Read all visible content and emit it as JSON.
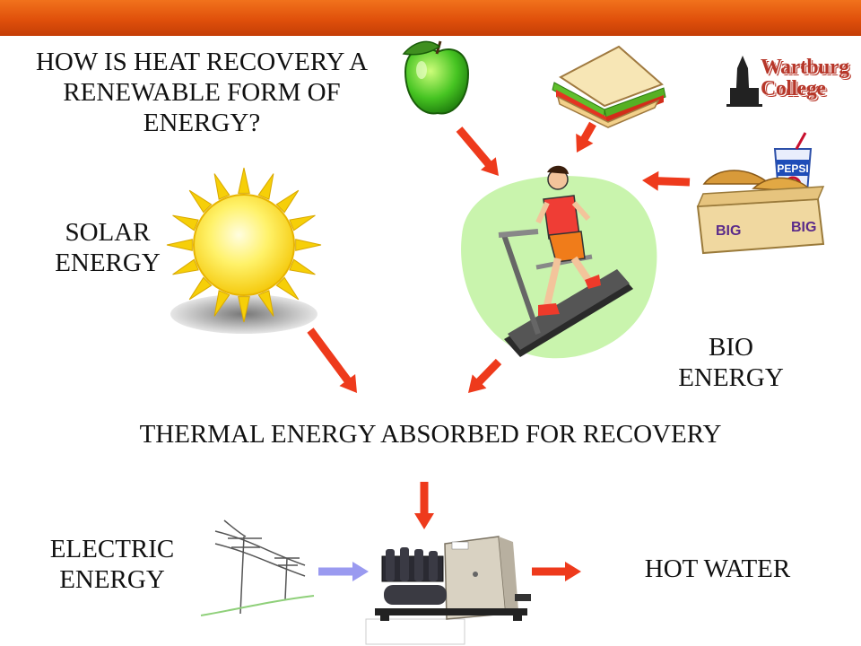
{
  "slide": {
    "title": "HOW IS HEAT RECOVERY A RENEWABLE FORM OF ENERGY?",
    "logo": {
      "line1": "Wartburg",
      "line2": "College"
    },
    "labels": {
      "solar": "SOLAR ENERGY",
      "bio": "BIO ENERGY",
      "thermal": "THERMAL ENERGY ABSORBED FOR RECOVERY",
      "electric": "ELECTRIC ENERGY",
      "hot_water": "HOT WATER"
    },
    "food_text": {
      "cup_brand": "PEPSI",
      "box_text": "BIG"
    }
  },
  "colors": {
    "accent_bar": "#e0500b",
    "arrow_red": "#ee3a1c",
    "arrow_blue": "#9a9af0"
  }
}
